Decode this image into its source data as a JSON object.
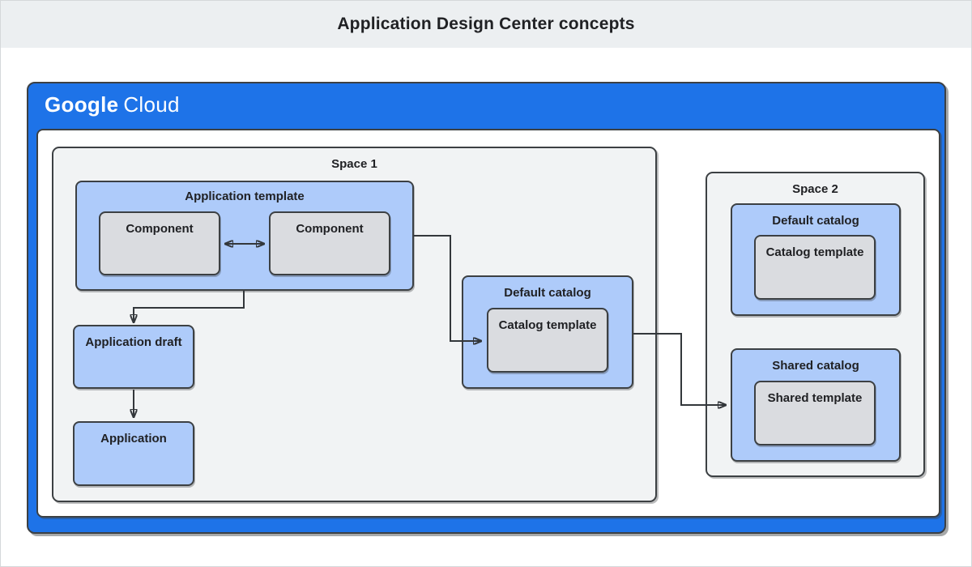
{
  "page": {
    "title": "Application Design Center concepts"
  },
  "logo": {
    "part1": "Google",
    "part2": "Cloud"
  },
  "diagram": {
    "space1": {
      "label": "Space 1",
      "application_template": {
        "label": "Application template",
        "components": [
          "Component",
          "Component"
        ]
      },
      "application_draft": {
        "label": "Application draft"
      },
      "application": {
        "label": "Application"
      },
      "default_catalog": {
        "label": "Default catalog",
        "catalog_template": {
          "label": "Catalog template"
        }
      }
    },
    "space2": {
      "label": "Space 2",
      "default_catalog": {
        "label": "Default catalog",
        "catalog_template": {
          "label": "Catalog template"
        }
      },
      "shared_catalog": {
        "label": "Shared catalog",
        "shared_template": {
          "label": "Shared template"
        }
      }
    }
  },
  "colors": {
    "google_blue": "#1e73e8",
    "box_blue": "#aecbfa",
    "box_gray": "#dadce0",
    "space_gray": "#f1f3f4",
    "border_dark": "#3c4043",
    "header_bg": "#eceff1"
  }
}
